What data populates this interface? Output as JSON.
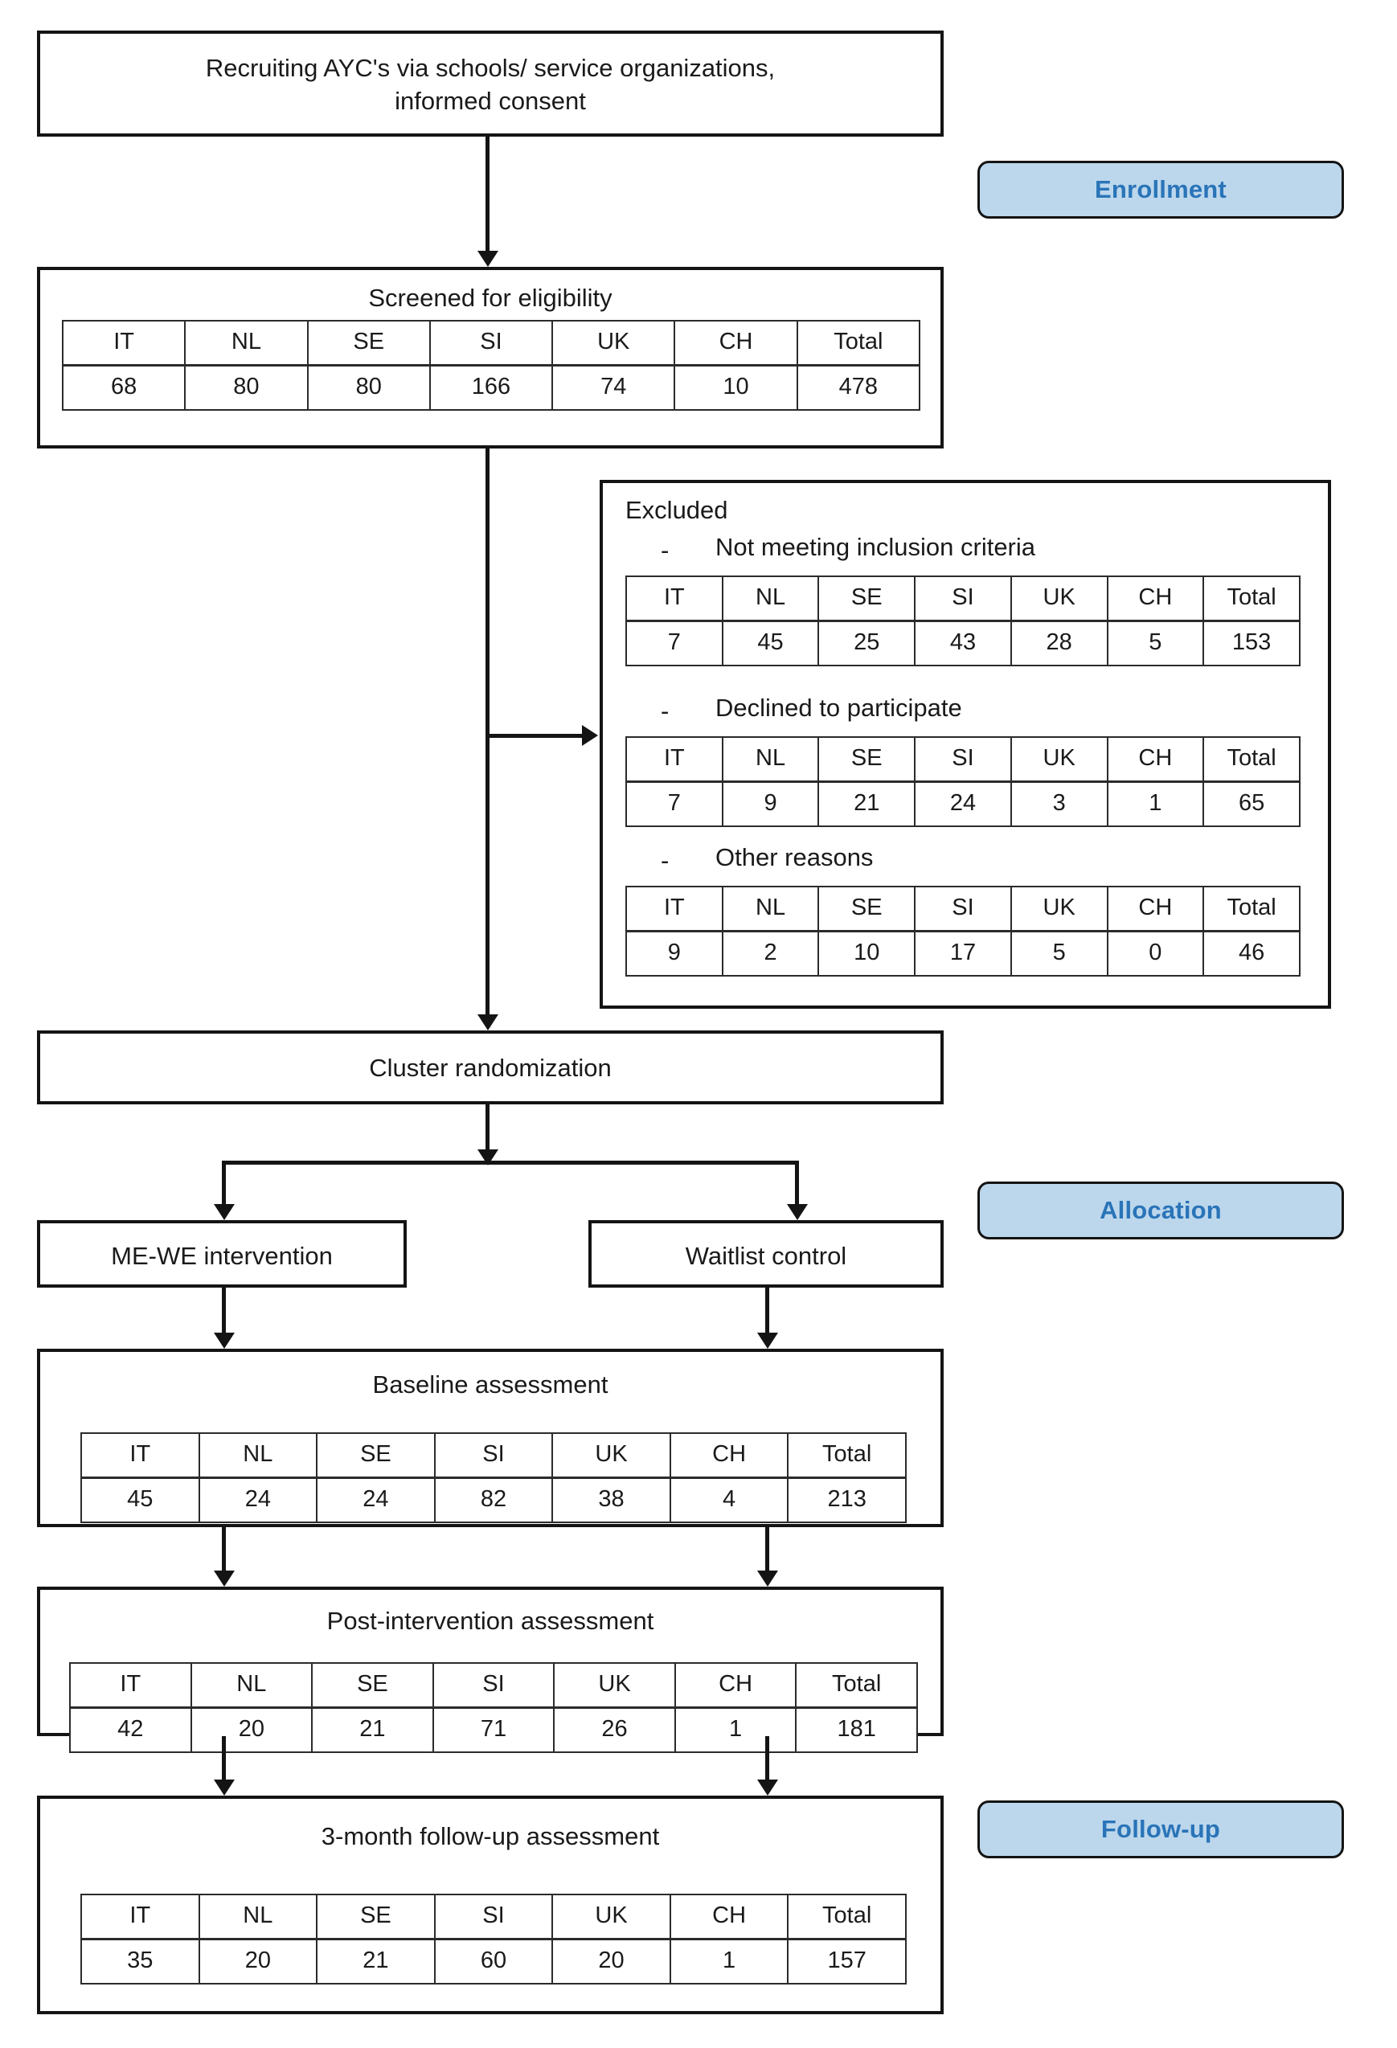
{
  "diagram": {
    "title": "CONSORT participant flow diagram",
    "columns": [
      "IT",
      "NL",
      "SE",
      "SI",
      "UK",
      "CH",
      "Total"
    ],
    "accent_fill": "#bcd7ec",
    "accent_text": "#2a74b8",
    "line_color": "#141414"
  },
  "stages": [
    {
      "id": "enrollment",
      "label": "Enrollment"
    },
    {
      "id": "allocation",
      "label": "Allocation"
    },
    {
      "id": "followup",
      "label": "Follow-up"
    }
  ],
  "nodes": {
    "recruiting": {
      "title": "Recruiting AYC's via schools/ service organizations,\ninformed consent"
    },
    "screened": {
      "title": "Screened for eligibility",
      "table": {
        "headers": [
          "IT",
          "NL",
          "SE",
          "SI",
          "UK",
          "CH",
          "Total"
        ],
        "values": [
          "68",
          "80",
          "80",
          "166",
          "74",
          "10",
          "478"
        ]
      }
    },
    "excluded": {
      "title": "Excluded",
      "bullet": "-",
      "reasons": [
        {
          "label": "Not meeting inclusion criteria",
          "table": {
            "headers": [
              "IT",
              "NL",
              "SE",
              "SI",
              "UK",
              "CH",
              "Total"
            ],
            "values": [
              "7",
              "45",
              "25",
              "43",
              "28",
              "5",
              "153"
            ]
          }
        },
        {
          "label": "Declined to participate",
          "table": {
            "headers": [
              "IT",
              "NL",
              "SE",
              "SI",
              "UK",
              "CH",
              "Total"
            ],
            "values": [
              "7",
              "9",
              "21",
              "24",
              "3",
              "1",
              "65"
            ]
          }
        },
        {
          "label": "Other reasons",
          "table": {
            "headers": [
              "IT",
              "NL",
              "SE",
              "SI",
              "UK",
              "CH",
              "Total"
            ],
            "values": [
              "9",
              "2",
              "10",
              "17",
              "5",
              "0",
              "46"
            ]
          }
        }
      ]
    },
    "randomization": {
      "title": "Cluster randomization"
    },
    "intervention": {
      "title": "ME-WE intervention"
    },
    "control": {
      "title": "Waitlist control"
    },
    "baseline": {
      "title": "Baseline assessment",
      "table": {
        "headers": [
          "IT",
          "NL",
          "SE",
          "SI",
          "UK",
          "CH",
          "Total"
        ],
        "values": [
          "45",
          "24",
          "24",
          "82",
          "38",
          "4",
          "213"
        ]
      }
    },
    "post": {
      "title": "Post-intervention assessment",
      "table": {
        "headers": [
          "IT",
          "NL",
          "SE",
          "SI",
          "UK",
          "CH",
          "Total"
        ],
        "values": [
          "42",
          "20",
          "21",
          "71",
          "26",
          "1",
          "181"
        ]
      }
    },
    "followup3m": {
      "title": "3-month follow-up assessment",
      "table": {
        "headers": [
          "IT",
          "NL",
          "SE",
          "SI",
          "UK",
          "CH",
          "Total"
        ],
        "values": [
          "35",
          "20",
          "21",
          "60",
          "20",
          "1",
          "157"
        ]
      }
    }
  },
  "chart_data": {
    "type": "table",
    "title": "CONSORT flow — participants by country",
    "categories": [
      "IT",
      "NL",
      "SE",
      "SI",
      "UK",
      "CH",
      "Total"
    ],
    "series": [
      {
        "name": "Screened for eligibility",
        "values": [
          68,
          80,
          80,
          166,
          74,
          10,
          478
        ]
      },
      {
        "name": "Excluded: Not meeting inclusion criteria",
        "values": [
          7,
          45,
          25,
          43,
          28,
          5,
          153
        ]
      },
      {
        "name": "Excluded: Declined to participate",
        "values": [
          7,
          9,
          21,
          24,
          3,
          1,
          65
        ]
      },
      {
        "name": "Excluded: Other reasons",
        "values": [
          9,
          2,
          10,
          17,
          5,
          0,
          46
        ]
      },
      {
        "name": "Baseline assessment",
        "values": [
          45,
          24,
          24,
          82,
          38,
          4,
          213
        ]
      },
      {
        "name": "Post-intervention assessment",
        "values": [
          42,
          20,
          21,
          71,
          26,
          1,
          181
        ]
      },
      {
        "name": "3-month follow-up assessment",
        "values": [
          35,
          20,
          21,
          60,
          20,
          1,
          157
        ]
      }
    ]
  }
}
